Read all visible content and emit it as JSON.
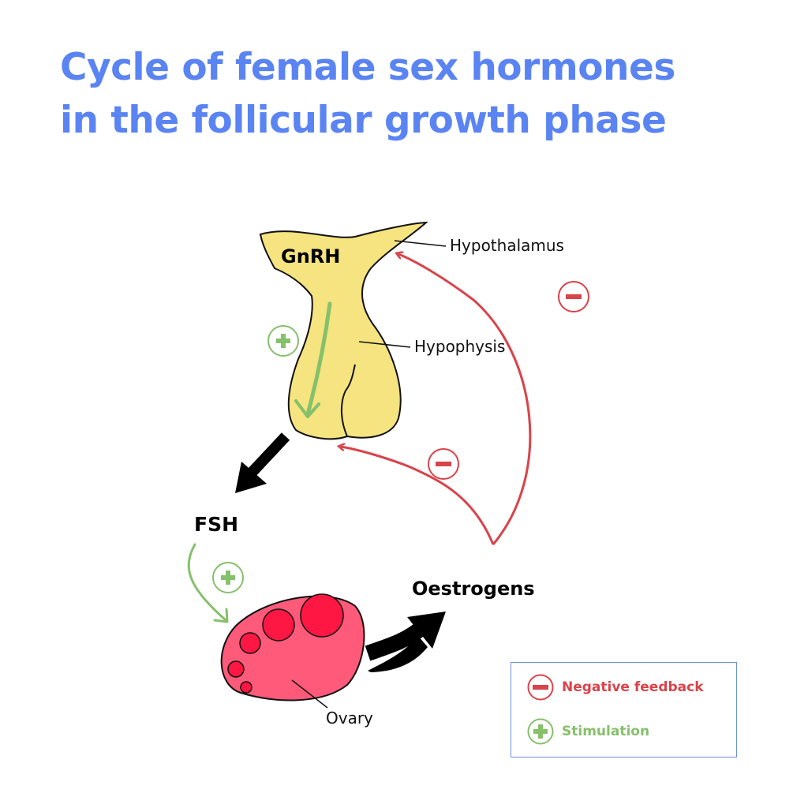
{
  "title": {
    "line1": "Cycle of female sex hormones",
    "line2": "in the follicular growth phase"
  },
  "labels": {
    "hypothalamus": "Hypothalamus",
    "hypophysis": "Hypophysis",
    "ovary": "Ovary",
    "gnrh": "GnRH",
    "fsh": "FSH",
    "oestrogens": "Oestrogens"
  },
  "legend": {
    "negative": "Negative feedback",
    "stimulation": "Stimulation"
  },
  "colors": {
    "title": "#5b84f3",
    "gland": "#f5e47f",
    "ovary": "#ff5a7a",
    "follicle": "#ff1744",
    "negative": "#d9434a",
    "stimulation": "#86c06b"
  }
}
